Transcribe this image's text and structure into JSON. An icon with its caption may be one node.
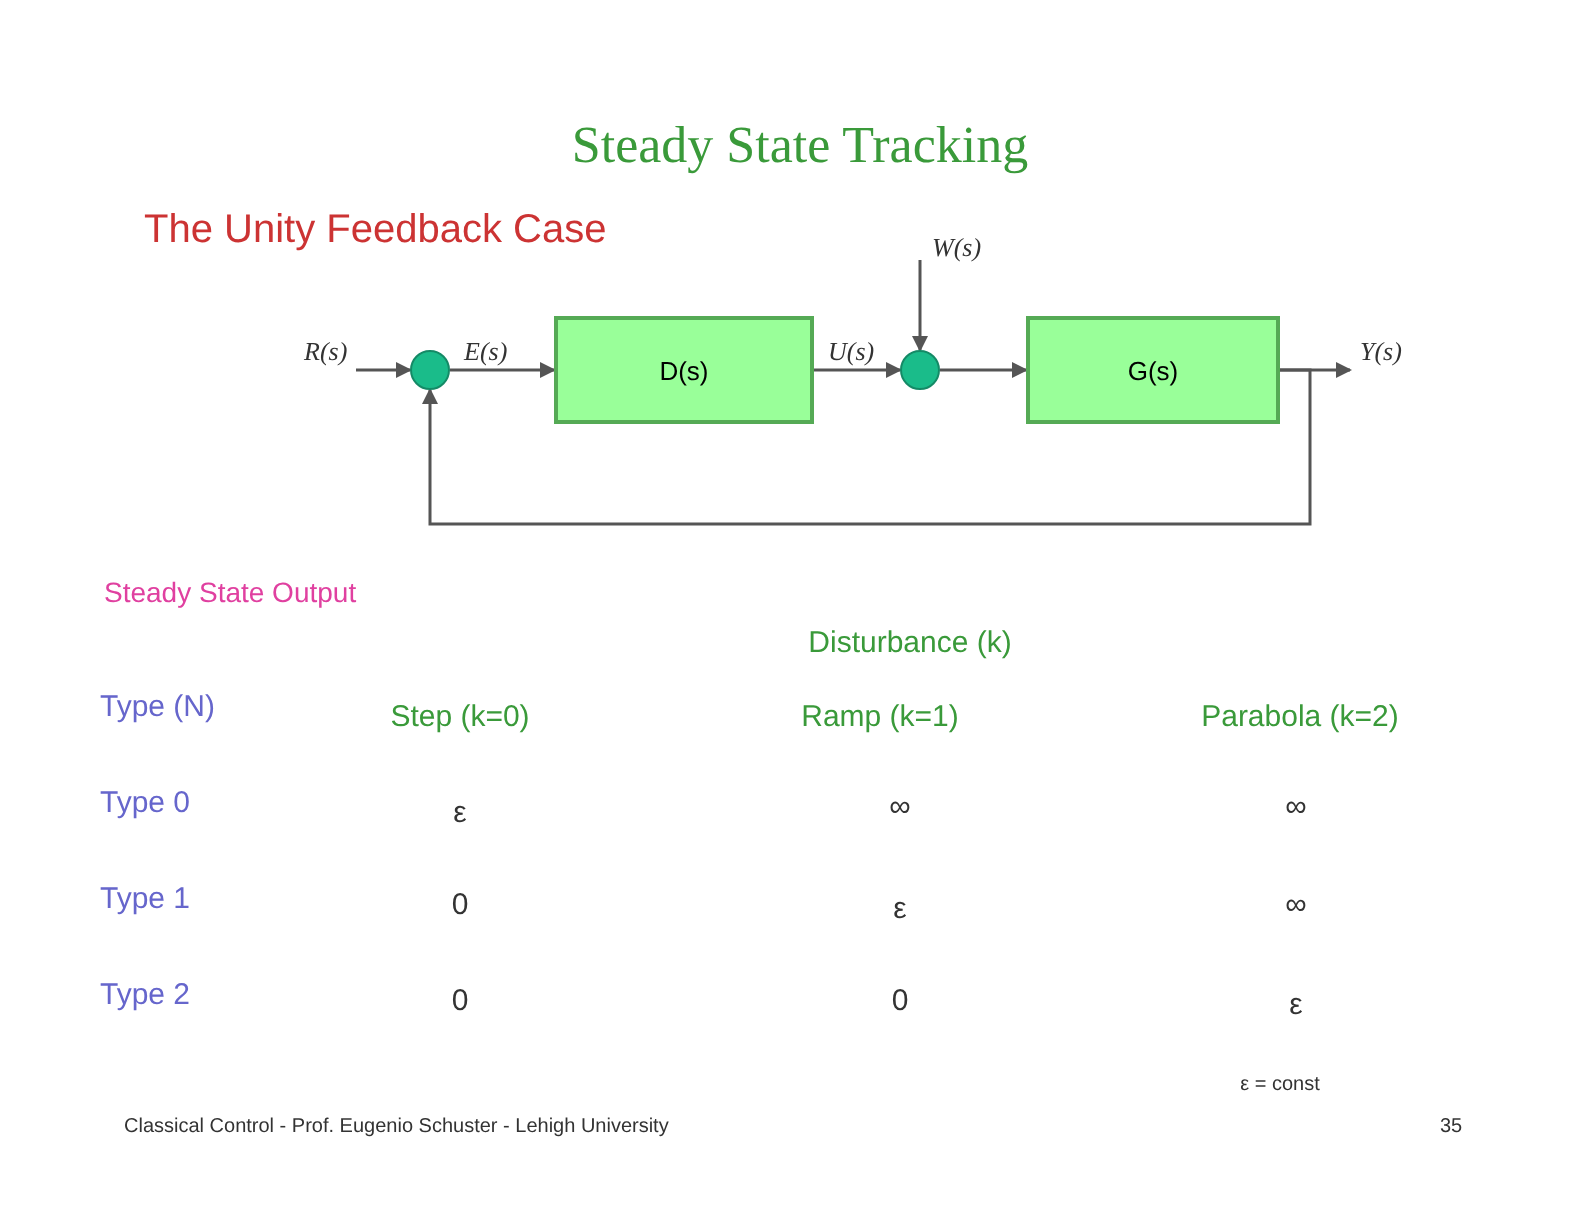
{
  "diagram": {
    "title": "Steady State Tracking",
    "nodes": [
      {
        "text": [],
        "shape": "circle"
      },
      {
        "text": [
          "D(s)"
        ]
      },
      {
        "text": [],
        "shape": "circle"
      },
      {
        "text": [
          "G(s)"
        ]
      }
    ],
    "edges": [
      {
        "from": null,
        "to": 0,
        "arrow": "to",
        "label": "R(s)"
      },
      {
        "from": 0,
        "to": 1,
        "arrow": "to",
        "label": "E(s)"
      },
      {
        "from": 1,
        "to": 2,
        "arrow": "to",
        "label": "U(s)"
      },
      {
        "from": null,
        "to": 2,
        "arrow": "to",
        "label": "W(s)"
      },
      {
        "from": 2,
        "to": 3,
        "arrow": "to"
      },
      {
        "from": 3,
        "to": null,
        "arrow": "to",
        "label": "Y(s)"
      },
      {
        "from": 3,
        "to": 0,
        "arrow": "to"
      }
    ],
    "labels": [
      "The Unity Feedback Case",
      "Steady State Output",
      "Disturbance (k)",
      "Type (N)",
      "Step (k=0)",
      "Ramp (k=1)",
      "Parabola (k=2)",
      "Type 0",
      "ε",
      "∞",
      "∞",
      "Type 1",
      "0",
      "ε",
      "∞",
      "Type 2",
      "0",
      "0",
      "ε",
      "ε = const",
      "Classical Control - Prof. Eugenio Schuster - Lehigh University",
      "35"
    ]
  }
}
